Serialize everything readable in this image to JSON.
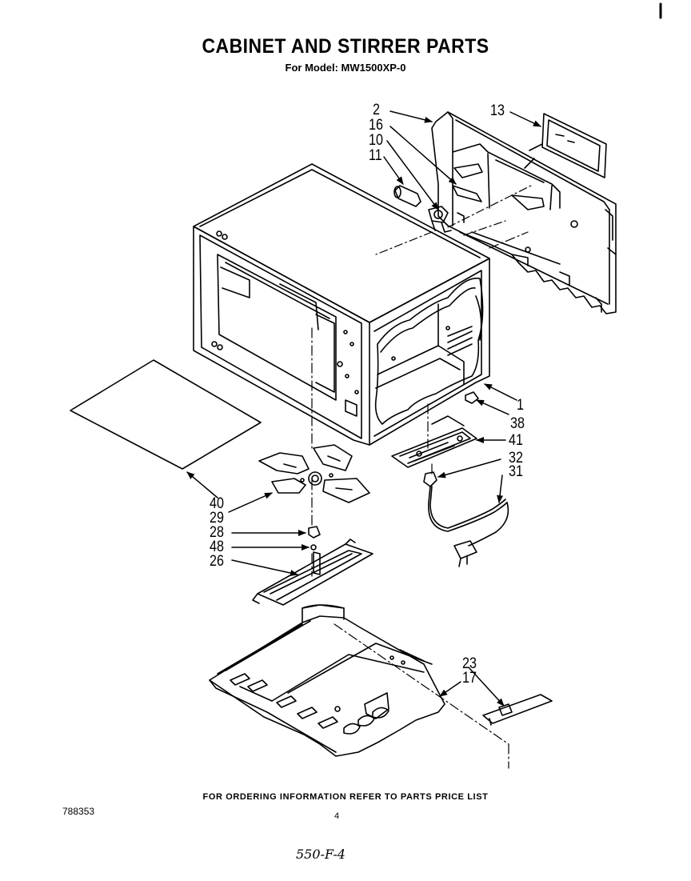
{
  "title": "CABINET AND STIRRER PARTS",
  "subtitle": "For Model: MW1500XP-0",
  "footer_note": "FOR ORDERING INFORMATION REFER TO PARTS PRICE LIST",
  "doc_number": "788353",
  "page_number": "4",
  "handwritten_note": "550-F-4",
  "callouts": {
    "c2": "2",
    "c16": "16",
    "c10": "10",
    "c11": "11",
    "c13": "13",
    "c1": "1",
    "c38": "38",
    "c41": "41",
    "c32": "32",
    "c31": "31",
    "c40": "40",
    "c29": "29",
    "c28": "28",
    "c48": "48",
    "c26": "26",
    "c23": "23",
    "c17": "17"
  }
}
